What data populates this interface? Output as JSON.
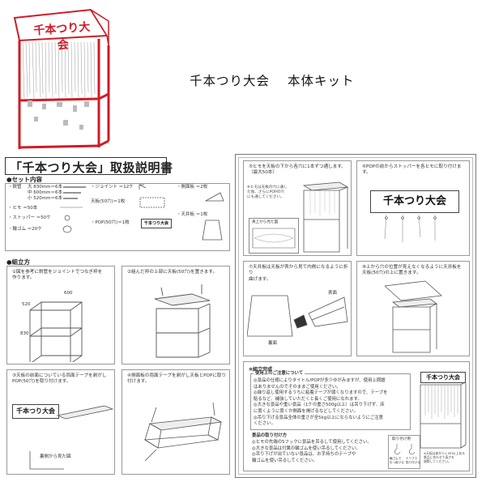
{
  "hero": {
    "sign_text": "千本つり大会"
  },
  "title": {
    "main": "千本つり大会",
    "sub": "本体キット"
  },
  "manual": {
    "title": "「千本つり大会」取扱説明書",
    "set_label": "●セット内容",
    "parts": {
      "frame_label": "・鋭管",
      "frame_lines": [
        "大  830mm＝6本",
        "中  600mm＝6本",
        "小  520mm＝6本"
      ],
      "joint": "・ジョイント  ＝12ケ",
      "tenban": "天板(50穴)＝1枚",
      "pop": "・POP(50穴)＝1枚",
      "pop_sign": "千本つり大会",
      "sokumen": "・側面板  ＝2枚",
      "himo": "・ヒモ  ＝50本",
      "stopper": "・ストッパー  ＝50ケ",
      "wagomu": "・輪ゴム  ＝20ケ",
      "tenjo": "・天井板  ＝1枚"
    },
    "assembly_label": "●組立方",
    "steps_left": [
      {
        "num": "①",
        "lines": [
          "①図を参考に鋭管をジョイントでつなぎ枠を",
          "作ります。"
        ]
      },
      {
        "num": "②",
        "lines": [
          "②組んだ枠の上部に天板(50穴)を置きます。"
        ]
      },
      {
        "num": "③",
        "lines": [
          "③天板の前面についている両面テープを剥がし",
          "POP(50穴)を取り付けます。"
        ]
      },
      {
        "num": "④",
        "lines": [
          "④側面板の両面テープを剥がし天板とPOPに取り",
          "付けます。"
        ]
      }
    ],
    "step1_dims": [
      "600",
      "520",
      "830"
    ],
    "step3_pop": "千本つり大会",
    "step3_note": "裏側から見た図",
    "steps_right": [
      {
        "lines": [
          "⑤ヒモを天板の下から各穴に1本ずつ通します。",
          "（最大50本）"
        ]
      },
      {
        "lines": [
          "⑥POPの前からストッパーを各ヒモに取り付けます。"
        ]
      },
      {
        "lines": [
          "⑦天井板は天板が表から見て内側になるように折り",
          "曲げます。"
        ]
      },
      {
        "lines": [
          "⑧上から穴の位置が見えなくなるように天井板を",
          "天板(50穴)の上に置きます。"
        ]
      }
    ],
    "step5_note": [
      "※ヒモは天板の穴に通し",
      "た後、さらにPOPの穴",
      "にも通してください。"
    ],
    "step5_view": "真上から見た図",
    "step6_pop": "千本つり大会",
    "step7_labels": [
      "表面",
      "裏面"
    ],
    "step9": {
      "title": "⑨組立完成",
      "caution_title": "使用上のご注意について",
      "caution_lines": [
        "◎景品の仕様によりタイトル/POPが多少ゆがみますが、使用上問題",
        "  はありませんのでそのままご使用ください。",
        "◎繰り返し使用するうちに粘着テープが弱くなりますので、テープを",
        "  貼るなど、補強していただくと長くご使用になれます。",
        "◎大きな景品や重い景品（1ケの重さ500g以上）は吊り下げず、床",
        "  に置くように置くか側面を掲げるなどしてください。",
        "◎吊り下げる景品全体の重さが全5kg以上にならないようにご注意",
        "  ください。"
      ],
      "howto_title": "景品の取り付け方",
      "howto_lines": [
        "◎ヒモの先端のSフックに景品を吊るして使用してください。",
        "◎大きな景品は付属の輪ゴムを使い吊るしてください。",
        "◎吊り下げが出ていない景品は、お手持ちのテープや",
        "  輪ゴムを使い吊るしてください。"
      ],
      "fitting_title": "取り付け例",
      "fitting_labels": [
        "輪ゴムで",
        "テープで"
      ],
      "fitting_sublabels": [
        "引っ掛ける",
        "貼り付ける"
      ],
      "complete_pop": "千本つり大会",
      "complete_note": [
        "※天板は床から1.5ｍ以上ある",
        "景品に合わせて高さを",
        "調節してください。"
      ]
    }
  },
  "colors": {
    "frame_red": "#d01b26",
    "line_gray": "#555555"
  }
}
